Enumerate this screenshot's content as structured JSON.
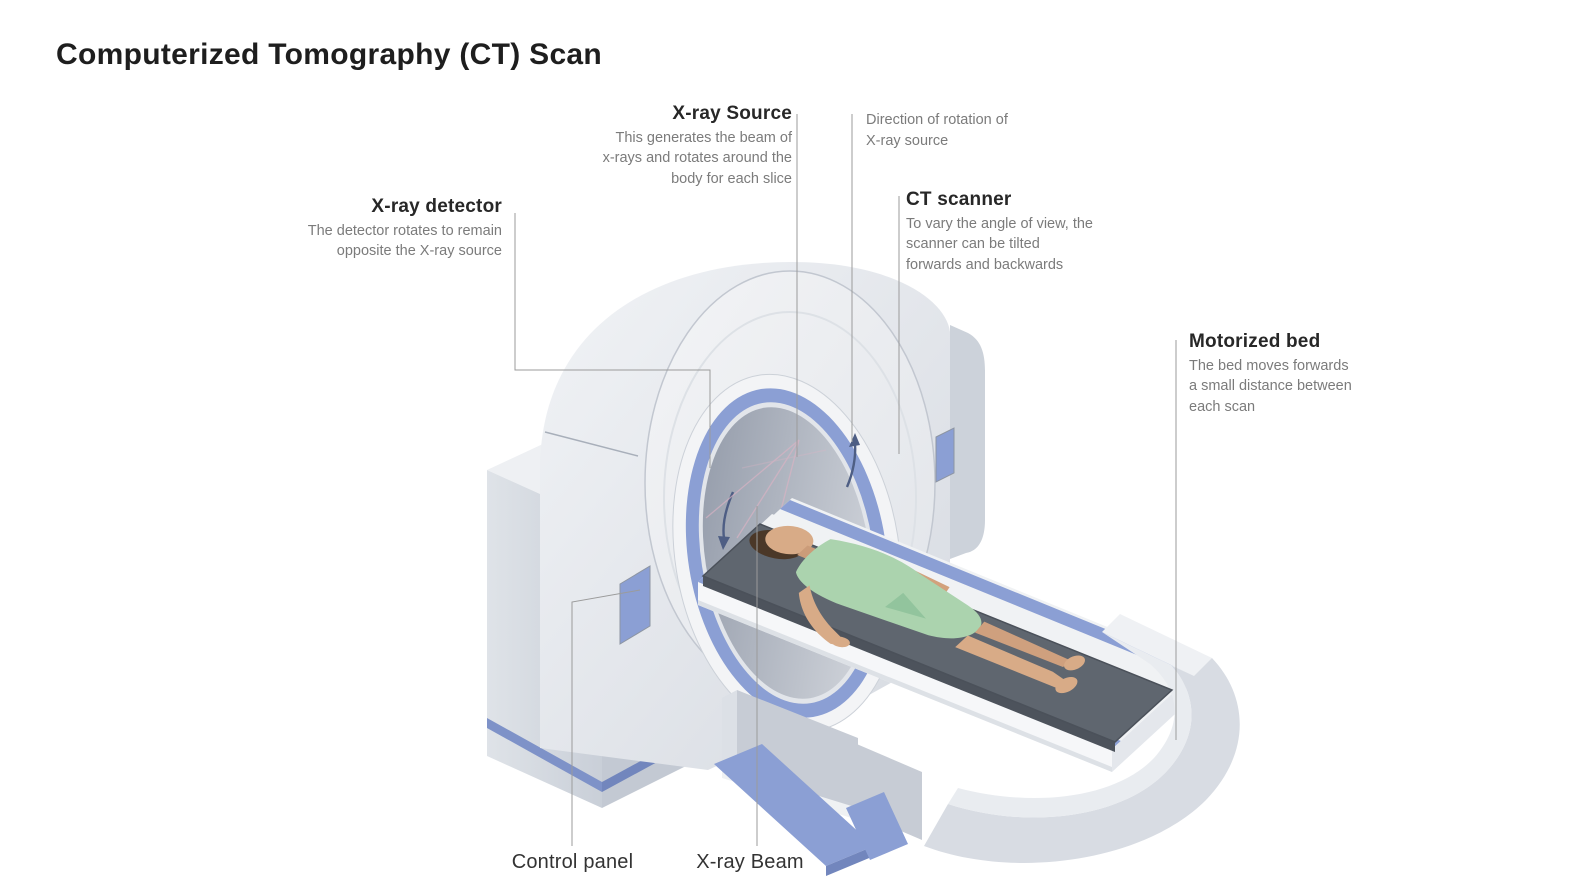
{
  "title": "Computerized Tomography (CT) Scan",
  "labels": {
    "xray_source": {
      "heading": "X-ray Source",
      "description": "This generates the beam of\nx-rays and rotates around the\nbody for each slice"
    },
    "rotation_direction": {
      "description": "Direction of rotation of\nX-ray source"
    },
    "ct_scanner": {
      "heading": "CT scanner",
      "description": "To vary the angle of view, the\nscanner can be tilted\nforwards and backwards"
    },
    "xray_detector": {
      "heading": "X-ray detector",
      "description": "The detector rotates to remain\nopposite the X-ray source"
    },
    "motorized_bed": {
      "heading": "Motorized bed",
      "description": "The bed moves forwards\na small distance between\neach scan"
    },
    "control_panel": {
      "heading": "Control panel"
    },
    "xray_beam": {
      "heading": "X-ray Beam"
    }
  },
  "palette": {
    "accent_blue": "#8b9fd4",
    "accent_blue_dark": "#7286bd",
    "machine_light": "#eff1f4",
    "machine_mid": "#d8dce3",
    "machine_dark": "#c7ccd5",
    "bore_dark": "#949caa",
    "mattress_gray": "#5f666f",
    "skin": "#d8ab87",
    "hair_brown": "#4b3828",
    "gown_green": "#abd3ae",
    "title_text": "#1e1e1e",
    "heading_text": "#272727",
    "body_text": "#7b7b7b",
    "leader_line": "#9b9b9b",
    "rotation_arrow": "#4e5e84",
    "beam_pink": "#dcb3c4"
  }
}
